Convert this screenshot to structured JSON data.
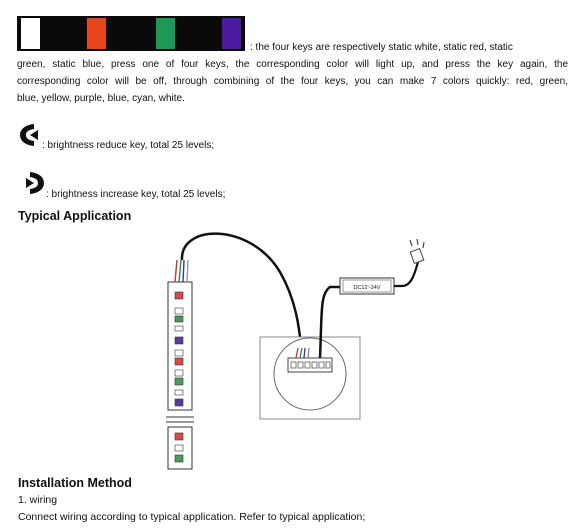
{
  "keys": {
    "colors": [
      "#ffffff",
      "#e8471b",
      "#1a9a55",
      "#4a1aa0"
    ],
    "line1": ": the four keys are respectively static white, static red, static",
    "line2": "green, static blue, press one of four keys, the corresponding color will light up, and press the key again, the",
    "line3": "corresponding color will be off, through combining of the four keys, you can make 7 colors quickly: red, green,",
    "line4": "blue, yellow, purple, blue, cyan, white."
  },
  "brightness_reduce": {
    "icon": "brightness-reduce-icon",
    "text": ": brightness reduce key, total 25 levels;"
  },
  "brightness_increase": {
    "icon": "brightness-increase-icon",
    "text": ": brightness increase key, total 25 levels;"
  },
  "typical_application": {
    "heading": "Typical Application",
    "power_label": "DC12~24V"
  },
  "installation": {
    "heading": "Installation Method",
    "step": "1. wiring",
    "text": "Connect wiring according to typical application. Refer to typical application;"
  }
}
